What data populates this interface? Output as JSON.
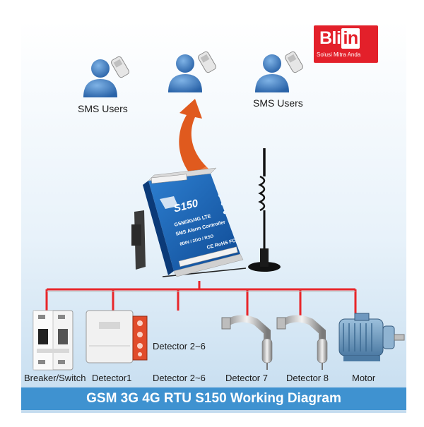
{
  "brand": {
    "name_part1": "Bli",
    "name_part2": "in",
    "tagline": "Solusi Mitra Anda",
    "color": "#e3202a"
  },
  "users": {
    "left_label": "SMS Users",
    "right_label": "SMS Users"
  },
  "device": {
    "model": "S150",
    "line1": "GSM/3G/4G LTE",
    "line2": "SMS Alarm Controller",
    "line3": "8DIN / 2DO / RSO",
    "cert": "CE RoHS FC"
  },
  "components": {
    "breaker": "Breaker/Switch",
    "detector1": "Detector1",
    "detector2_6_side": "Detector 2~6",
    "detector2_6": "Detector 2~6",
    "detector7": "Detector 7",
    "detector8": "Detector 8",
    "motor": "Motor"
  },
  "footer": {
    "title": "GSM 3G 4G RTU S150 Working Diagram",
    "color": "#3f92d0"
  },
  "colors": {
    "wire": "#e8262a",
    "arrow": "#e05a1e",
    "person": "#2f6fb5",
    "device": "#1e63b0",
    "sky_top": "#eef5fb",
    "sky_bottom": "#cfe3f4"
  }
}
